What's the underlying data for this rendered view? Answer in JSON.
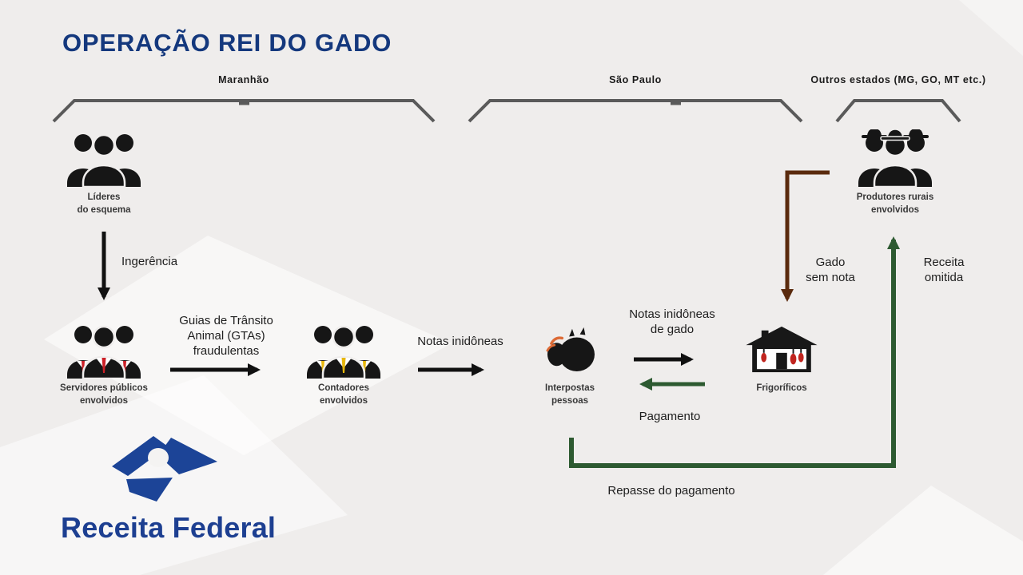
{
  "title": "OPERAÇÃO REI DO GADO",
  "regions": {
    "maranhao": "Maranhão",
    "sao_paulo": "São Paulo",
    "outros": "Outros estados (MG, GO, MT etc.)"
  },
  "nodes": {
    "lideres": "Líderes\ndo esquema",
    "servidores": "Servidores públicos\nenvolvidos",
    "contadores": "Contadores\nenvolvidos",
    "interpostas": "Interpostas\npessoas",
    "frigorificos": "Frigoríficos",
    "produtores": "Produtores rurais\nenvolvidos"
  },
  "edges": {
    "ingerencia": "Ingerência",
    "gtas": "Guias de Trânsito\nAnimal (GTAs)\nfraudulentas",
    "notas_inidoneas": "Notas inidôneas",
    "notas_gado": "Notas inidôneas\nde gado",
    "pagamento": "Pagamento",
    "gado_sem_nota": "Gado\nsem nota",
    "receita_omitida": "Receita\nomitida",
    "repasse": "Repasse do pagamento"
  },
  "logo": {
    "text": "Receita Federal"
  },
  "colors": {
    "title_blue": "#14387d",
    "logo_blue": "#1d3f91",
    "bracket_gray": "#5a5a5a",
    "arrow_black": "#111111",
    "arrow_green": "#2d5a31",
    "arrow_brown": "#5a2a0d",
    "tie_red": "#cc2027",
    "tie_yellow": "#e8b70a",
    "meat_red": "#c0251f",
    "cattle_accent": "#dd6a35"
  }
}
